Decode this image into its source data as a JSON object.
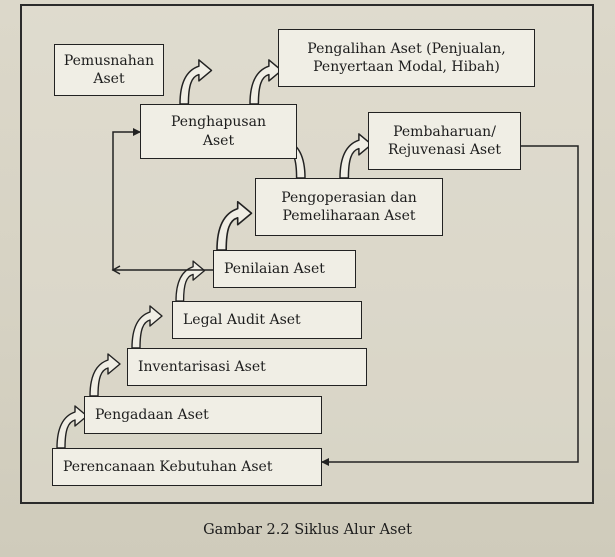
{
  "diagram": {
    "boxes": {
      "perencanaan": "Perencanaan Kebutuhan Aset",
      "pengadaan": "Pengadaan Aset",
      "inventarisasi": "Inventarisasi Aset",
      "legal_audit": "Legal Audit Aset",
      "penilaian": "Penilaian Aset",
      "pengoperasian": "Pengoperasian dan\nPemeliharaan Aset",
      "penghapusan": "Penghapusan\nAset",
      "pemusnahan": "Pemusnahan\nAset",
      "pengalihan": "Pengalihan Aset (Penjualan,\nPenyertaan Modal, Hibah)",
      "pembaharuan": "Pembaharuan/\nRejuvenasi Aset"
    }
  },
  "caption": "Gambar 2.2 Siklus Alur Aset"
}
